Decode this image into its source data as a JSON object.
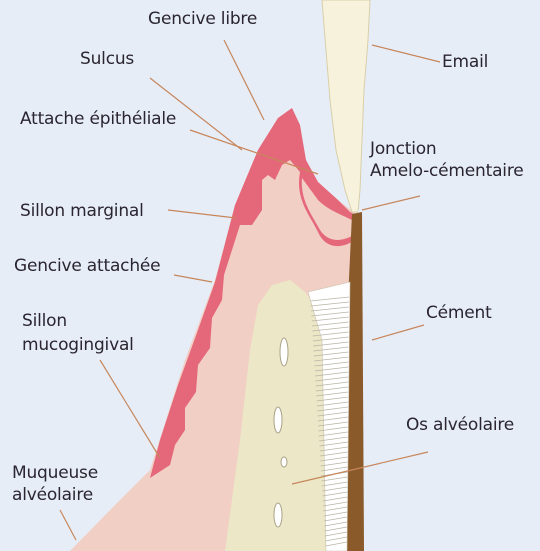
{
  "labels": {
    "gencive_libre": "Gencive libre",
    "sulcus": "Sulcus",
    "email": "Email",
    "attache_epitheliale": "Attache épithéliale",
    "jonction_line1": "Jonction",
    "jonction_line2": "Amelo-cémentaire",
    "sillon_marginal": "Sillon marginal",
    "gencive_attachee": "Gencive attachée",
    "cement": "Cément",
    "sillon_line1": "Sillon",
    "sillon_line2": "mucogingival",
    "os_alveolaire": "Os alvéolaire",
    "muqueuse_line1": "Muqueuse",
    "muqueuse_line2": "alvéolaire"
  },
  "colors": {
    "background": "#e6edf7",
    "enamel": "#f7f2dc",
    "cementum": "#8a5a2b",
    "gingiva_attached": "#f2cfc4",
    "gingiva_free": "#e8707f",
    "bone": "#ece7c6",
    "periodontal_ligament": "#ffffff",
    "leader_lines": "#c7865b"
  }
}
